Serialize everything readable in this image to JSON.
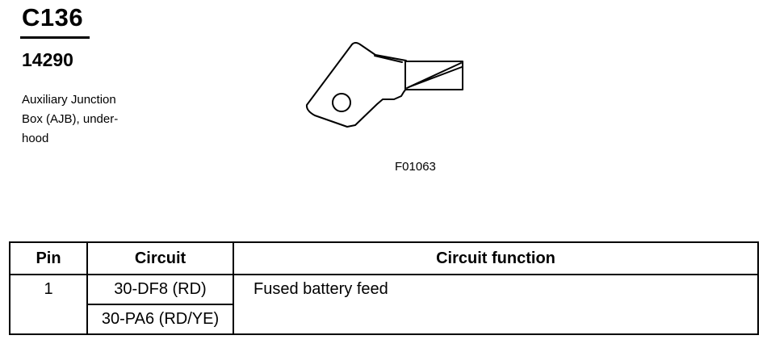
{
  "header": {
    "connector_id": "C136",
    "part_number": "14290",
    "description_lines": [
      "Auxiliary Junction",
      "Box (AJB), under-",
      "hood"
    ]
  },
  "figure": {
    "code": "F01063"
  },
  "table": {
    "headers": {
      "pin": "Pin",
      "circuit": "Circuit",
      "function": "Circuit function"
    },
    "rows": [
      {
        "pin": "1",
        "circuits": [
          "30-DF8 (RD)",
          "30-PA6 (RD/YE)"
        ],
        "function": "Fused battery feed"
      }
    ]
  }
}
